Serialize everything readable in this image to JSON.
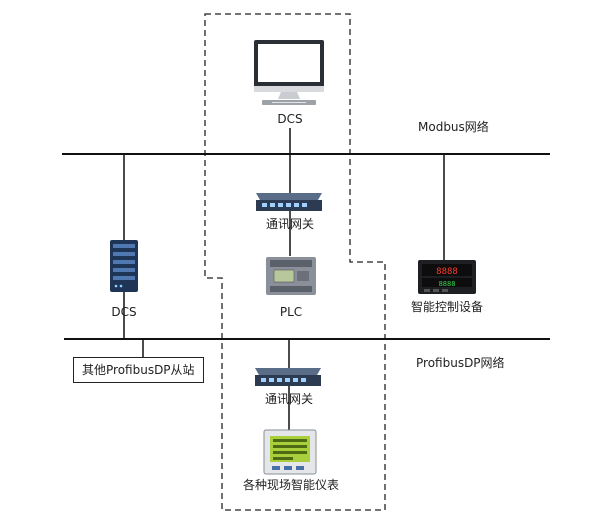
{
  "diagram": {
    "networks": {
      "modbus": "Modbus网络",
      "profibus": "ProfibusDP网络"
    },
    "nodes": {
      "dcs_top": "DCS",
      "gateway_top": "通讯网关",
      "plc": "PLC",
      "dcs_left": "DCS",
      "smart_controller": "智能控制设备",
      "profibus_slave": "其他ProfibusDP从站",
      "gateway_bottom": "通讯网关",
      "field_instruments": "各种现场智能仪表"
    },
    "colors": {
      "line": "#111111",
      "device_dark": "#2f3b4c",
      "device_blue": "#23406b",
      "screen_green": "#9fc93a"
    },
    "icons": {
      "dcs_top": "desktop-monitor-icon",
      "gateway": "network-switch-icon",
      "plc": "plc-module-icon",
      "dcs_left": "server-rack-icon",
      "smart_controller": "digital-controller-icon",
      "field_instruments": "power-meter-icon"
    }
  }
}
